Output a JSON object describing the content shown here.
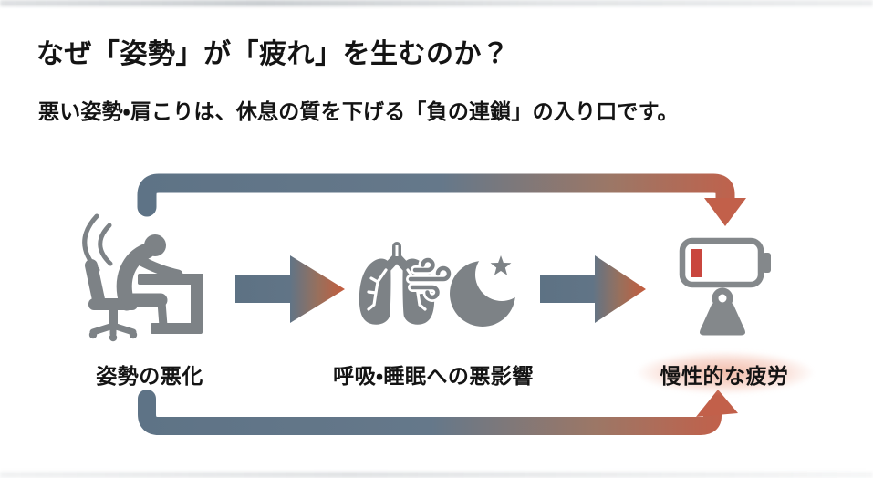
{
  "meta": {
    "lang": "ja",
    "kind": "infographic-slide"
  },
  "header": {
    "title": "なぜ「姿勢」が「疲れ」を生むのか？",
    "subtitle": "悪い姿勢・肩こりは、休息の質を下げる「負の連鎖」の入り口です。"
  },
  "diagram": {
    "steps": [
      {
        "label": "姿勢の悪化",
        "icon": "slouched-person-at-desk",
        "highlighted": false
      },
      {
        "label": "呼吸・睡眠への悪影響",
        "icon": "lungs-wind-and-crescent-moon",
        "highlighted": false
      },
      {
        "label": "慢性的な疲労",
        "icon": "low-battery-and-weight",
        "highlighted": true
      }
    ],
    "flow": {
      "forward_arrow_count": 2,
      "loop_arrows": [
        "top-loop from step 1 to step 3",
        "bottom-loop from step 1 to step 3"
      ],
      "meaning": "負の連鎖 (negative chain/cycle)"
    },
    "colors": {
      "slate_blue": "#5e7386",
      "accent_orange": "#c2604a",
      "icon_gray": "#7d8286",
      "battery_red": "#c9463e",
      "highlight_glow": "#eb9a7a",
      "text": "#141414",
      "background": "#ffffff"
    }
  }
}
